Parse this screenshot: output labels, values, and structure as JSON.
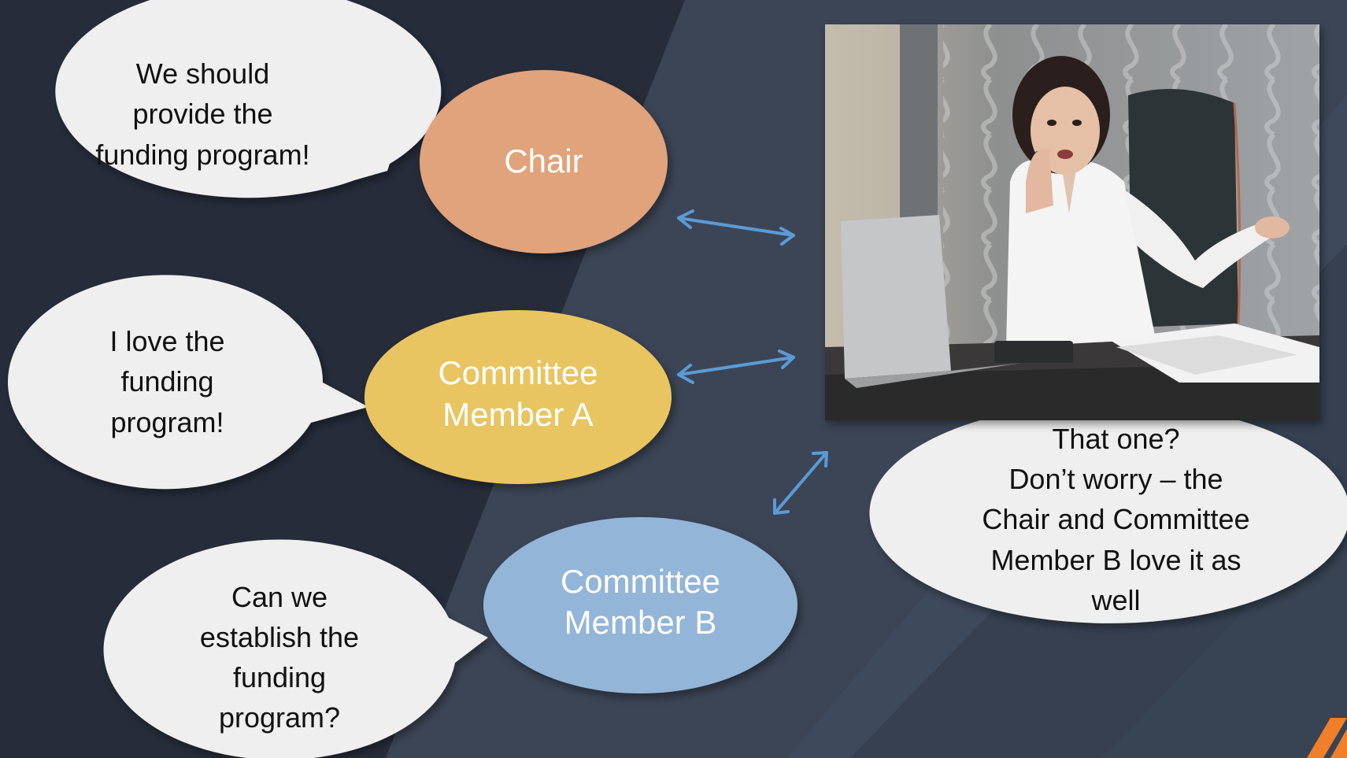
{
  "colors": {
    "background": "#262c3a",
    "chair": "#e1a37b",
    "member_a": "#e8c560",
    "member_b": "#93b5d8",
    "bubble": "#efefef",
    "arrow": "#5b9bd5",
    "accent": "#f07f2a"
  },
  "nodes": {
    "chair": "Chair",
    "member_a_line1": "Committee",
    "member_a_line2": "Member A",
    "member_b_line1": "Committee",
    "member_b_line2": "Member B"
  },
  "bubbles": {
    "chair": [
      "We should",
      "provide the",
      "funding program!"
    ],
    "member_a": [
      "I love the",
      "funding",
      "program!"
    ],
    "member_b": [
      "Can we",
      "establish the",
      "funding",
      "program?"
    ],
    "person": [
      "That one?",
      "Don’t worry – the",
      "Chair and Committee",
      "Member B love it as",
      "well"
    ]
  },
  "photo": {
    "subject": "businesswoman-on-phone-at-desk"
  }
}
